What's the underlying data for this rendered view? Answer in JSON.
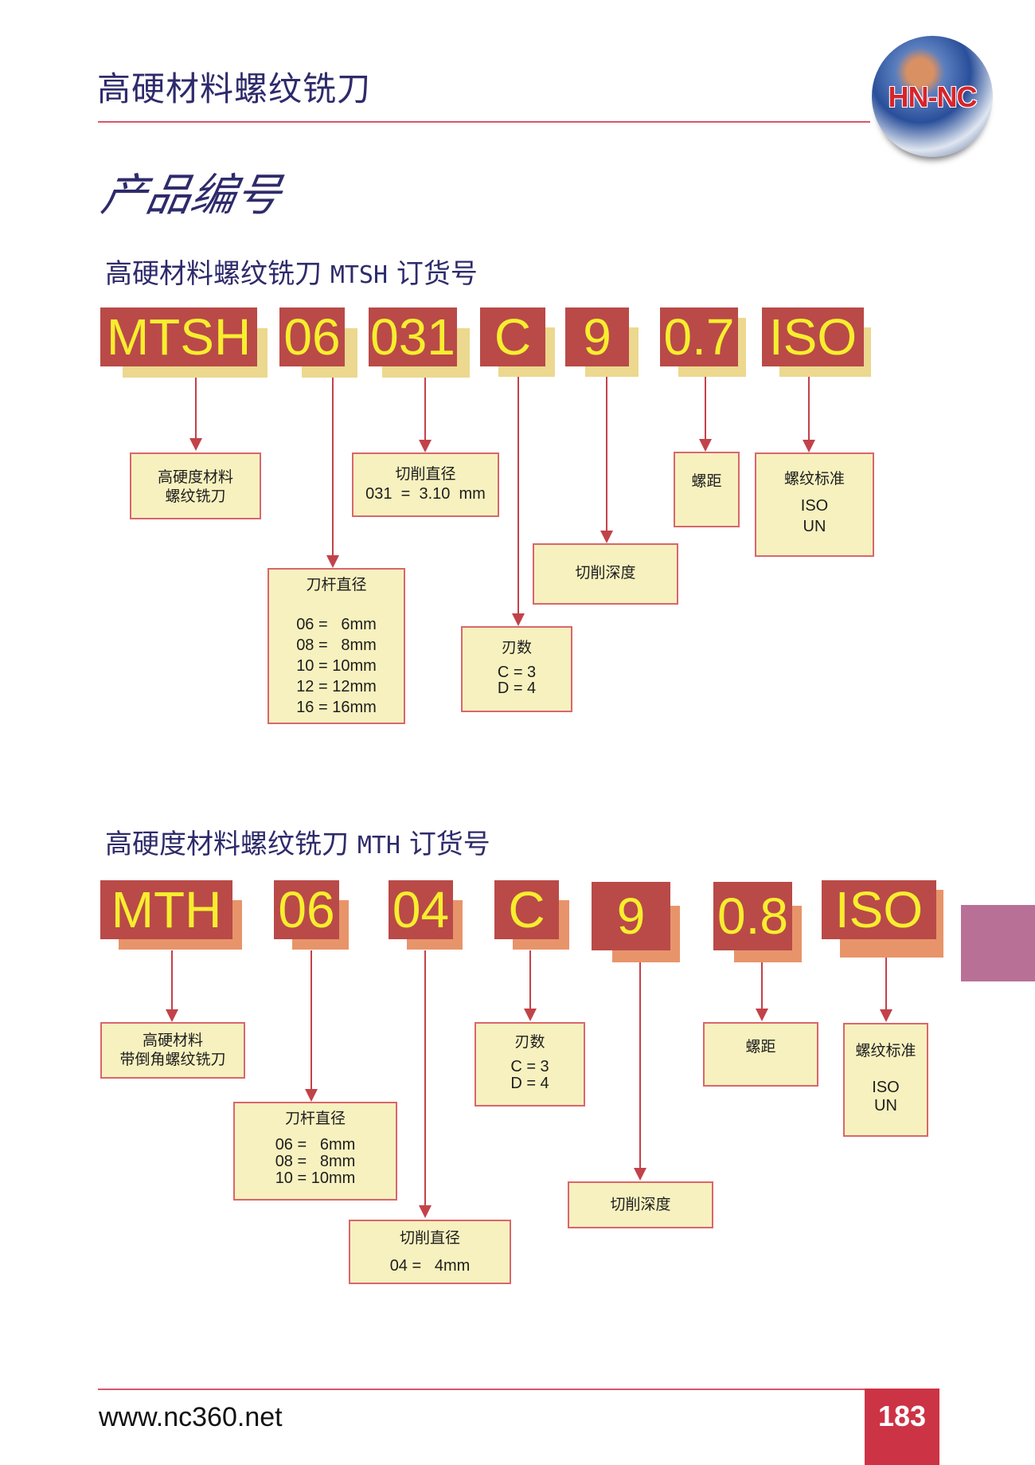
{
  "header": {
    "title": "高硬材料螺纹铣刀",
    "logo_text": "HN-NC"
  },
  "page_title": "产品编号",
  "section1": {
    "title_cn": "高硬材料螺纹铣刀",
    "title_code": "MTSH",
    "title_suffix": "订货号",
    "codes": [
      "MTSH",
      "06",
      "031",
      "C",
      "9",
      "0.7",
      "ISO"
    ],
    "boxes": {
      "type": {
        "lines": [
          "高硬度材料",
          "螺纹铣刀"
        ]
      },
      "diameter": {
        "label": "切削直径",
        "rows": [
          "031  =  3.10  mm"
        ]
      },
      "shank": {
        "label": "刀杆直径",
        "rows": [
          "06 =   6mm",
          "08 =   8mm",
          "10 = 10mm",
          "12 = 12mm",
          "16 = 16mm"
        ]
      },
      "flutes": {
        "label": "刃数",
        "rows": [
          "C = 3",
          "D = 4"
        ]
      },
      "depth": {
        "label": "切削深度"
      },
      "pitch": {
        "label": "螺距"
      },
      "standard": {
        "label": "螺纹标准",
        "rows": [
          "ISO",
          "UN"
        ]
      }
    }
  },
  "section2": {
    "title_cn": "高硬度材料螺纹铣刀",
    "title_code": "MTH",
    "title_suffix": "订货号",
    "codes": [
      "MTH",
      "06",
      "04",
      "C",
      "9",
      "0.8",
      "ISO"
    ],
    "boxes": {
      "type": {
        "lines": [
          "高硬材料",
          "带倒角螺纹铣刀"
        ]
      },
      "shank": {
        "label": "刀杆直径",
        "rows": [
          "06 =   6mm",
          "08 =   8mm",
          "10 = 10mm"
        ]
      },
      "diameter": {
        "label": "切削直径",
        "rows": [
          "04 =   4mm"
        ]
      },
      "flutes": {
        "label": "刃数",
        "rows": [
          "C = 3",
          "D = 4"
        ]
      },
      "depth": {
        "label": "切削深度"
      },
      "pitch": {
        "label": "螺距"
      },
      "standard": {
        "label": "螺纹标准",
        "rows": [
          "ISO",
          "UN"
        ]
      }
    }
  },
  "footer": {
    "url": "www.nc360.net",
    "page_number": "183"
  },
  "colors": {
    "code_box": "#b94a48",
    "code_text": "#f7ee2f",
    "shadow_section1": "#ecd88e",
    "shadow_section2": "#e8946a",
    "detail_box": "#f7f1bf",
    "accent_line": "#d9556b",
    "title_text": "#2e2b6b",
    "side_tab": "#b97096",
    "page_badge": "#cc3345"
  }
}
